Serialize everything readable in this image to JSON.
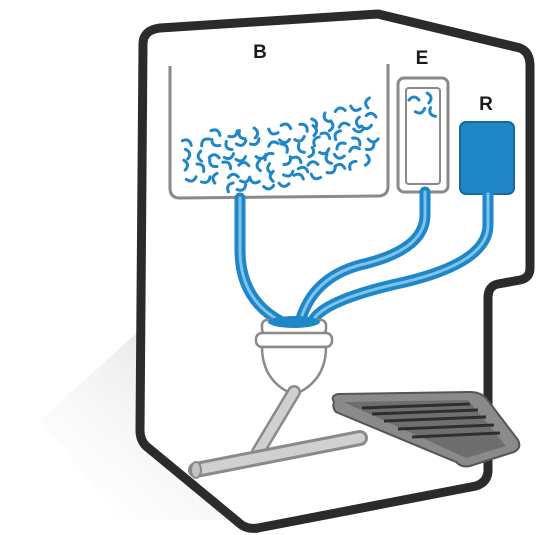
{
  "labels": {
    "B": "B",
    "E": "E",
    "R": "R"
  },
  "colors": {
    "outline": "#2b2b2b",
    "tube": "#1f86c8",
    "tube_highlight": "#7fc3ea",
    "liquid": "#1f86c8",
    "cabinet_fill": "#ffffff",
    "gray_part": "#bdbdbd",
    "gray_dark": "#8a8a8a"
  }
}
